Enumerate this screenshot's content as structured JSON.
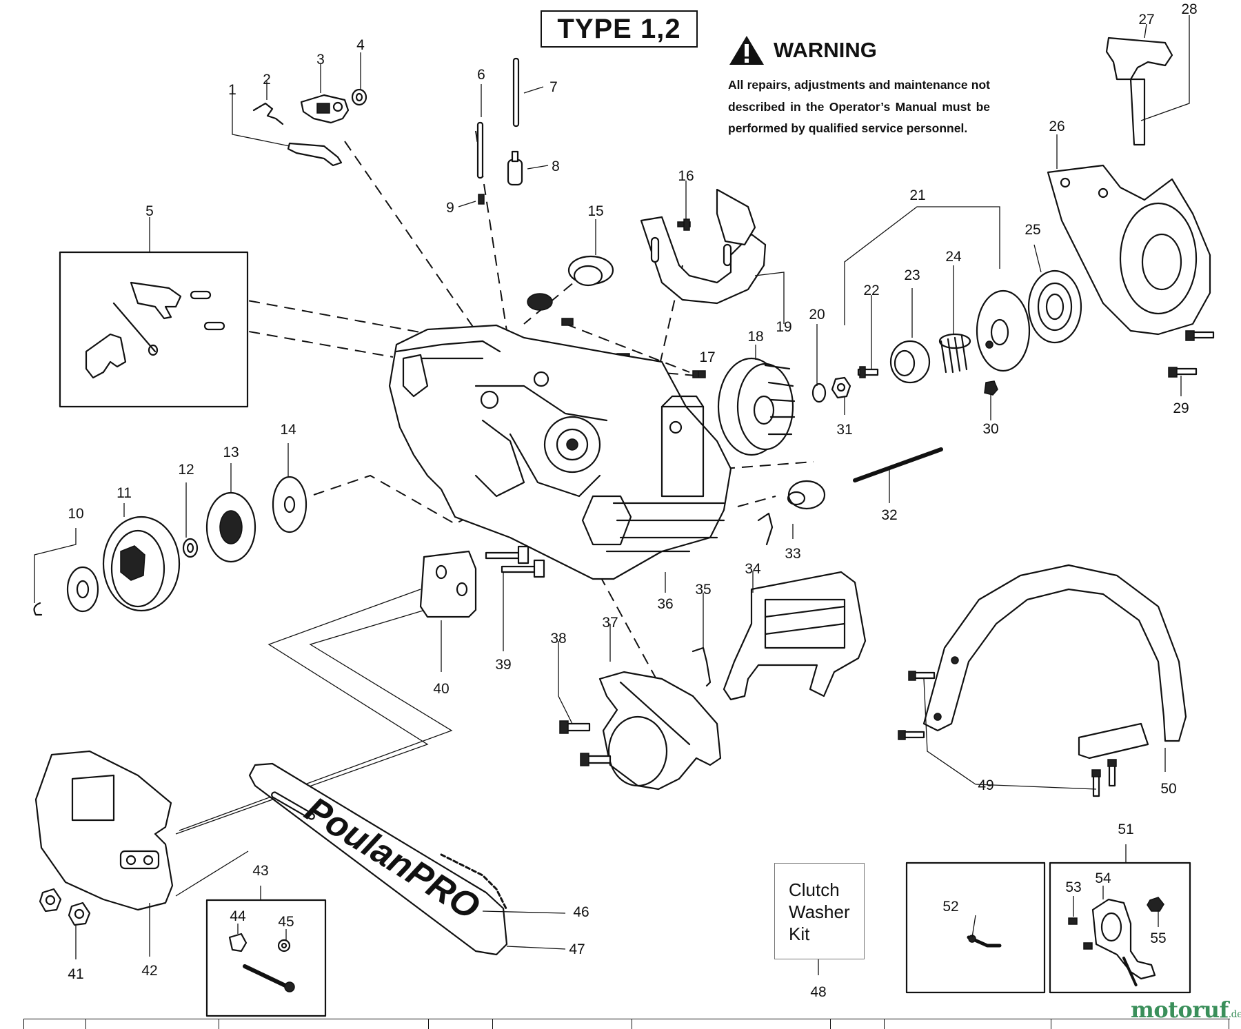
{
  "header": {
    "type_label": "TYPE 1,2"
  },
  "warning": {
    "title": "WARNING",
    "text": "All repairs, adjustments and maintenance not described in the Operator’s Manual must be performed by qualified service personnel.",
    "icon": "warning-triangle-icon"
  },
  "kit_box": {
    "lines": [
      "Clutch",
      "Washer",
      "Kit"
    ]
  },
  "watermark": {
    "text": "motoruf",
    "suffix": ".de",
    "color": "#3a8f5a"
  },
  "bar_brand": "PoulanPRO",
  "callouts": [
    "1",
    "2",
    "3",
    "4",
    "5",
    "6",
    "7",
    "8",
    "9",
    "10",
    "11",
    "12",
    "13",
    "14",
    "15",
    "16",
    "17",
    "18",
    "19",
    "20",
    "21",
    "22",
    "23",
    "24",
    "25",
    "26",
    "27",
    "28",
    "29",
    "30",
    "31",
    "32",
    "33",
    "34",
    "35",
    "36",
    "37",
    "38",
    "39",
    "40",
    "41",
    "42",
    "43",
    "44",
    "45",
    "46",
    "47",
    "48",
    "49",
    "50",
    "51",
    "52",
    "53",
    "54",
    "55"
  ]
}
